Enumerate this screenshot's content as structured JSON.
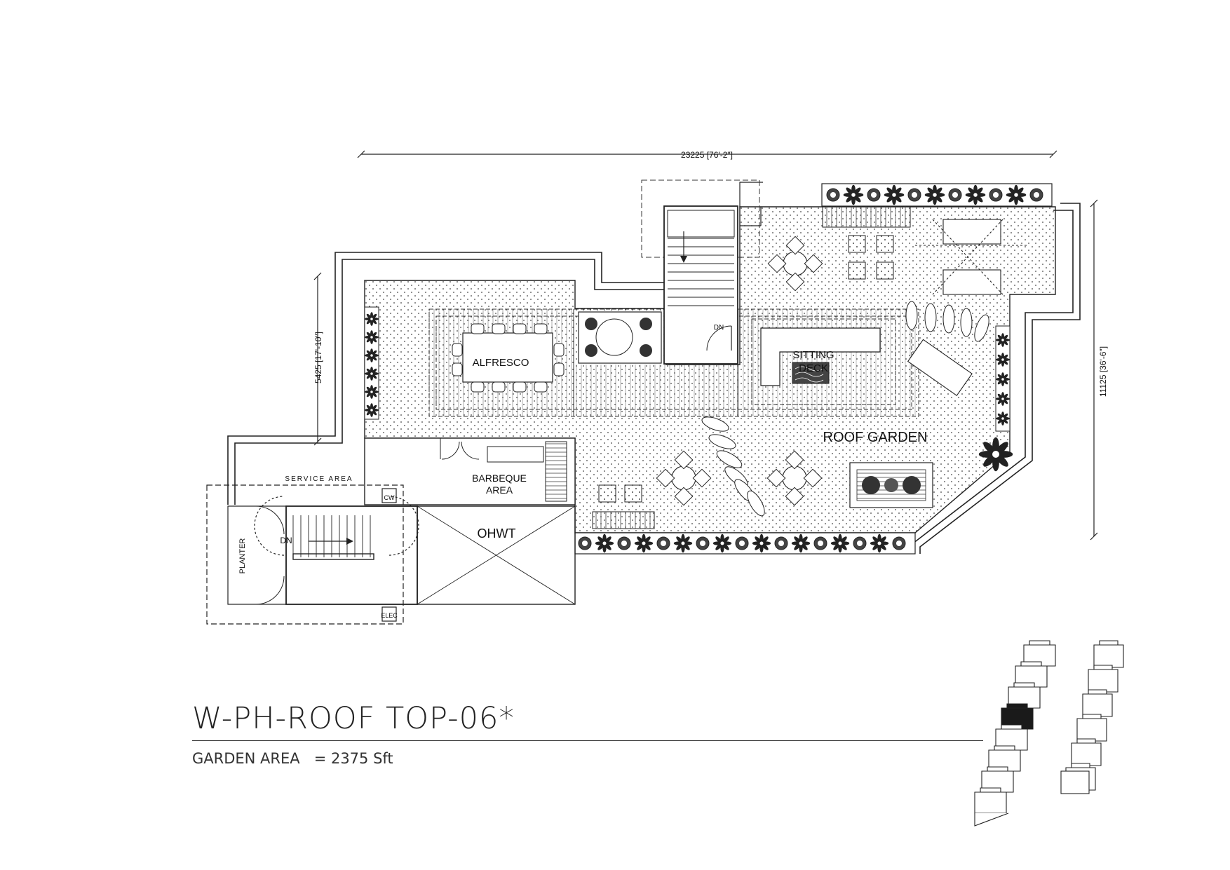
{
  "drawing": {
    "title": "W-PH-ROOF TOP-06*",
    "area_label": "GARDEN AREA",
    "area_value": "= 2375 Sft"
  },
  "dimensions": {
    "top": "23225 [76'-2\"]",
    "left": "5425 [17'-10\"]",
    "right": "11125 [36'-6\"]"
  },
  "rooms": {
    "alfresco": "ALFRESCO",
    "sitting_deck_1": "SITTING",
    "sitting_deck_2": "DECK",
    "roof_garden": "ROOF GARDEN",
    "barbeque_1": "BARBEQUE",
    "barbeque_2": "AREA",
    "ohwt": "OHWT",
    "service_area": "SERVICE  AREA",
    "planter": "PLANTER",
    "cw": "CW",
    "elec": "ELEC",
    "dn_main": "DN",
    "dn_upper": "DN"
  },
  "colors": {
    "line": "#1a1a1a",
    "hatch": "#555555",
    "highlight": "#1a1a1a"
  }
}
